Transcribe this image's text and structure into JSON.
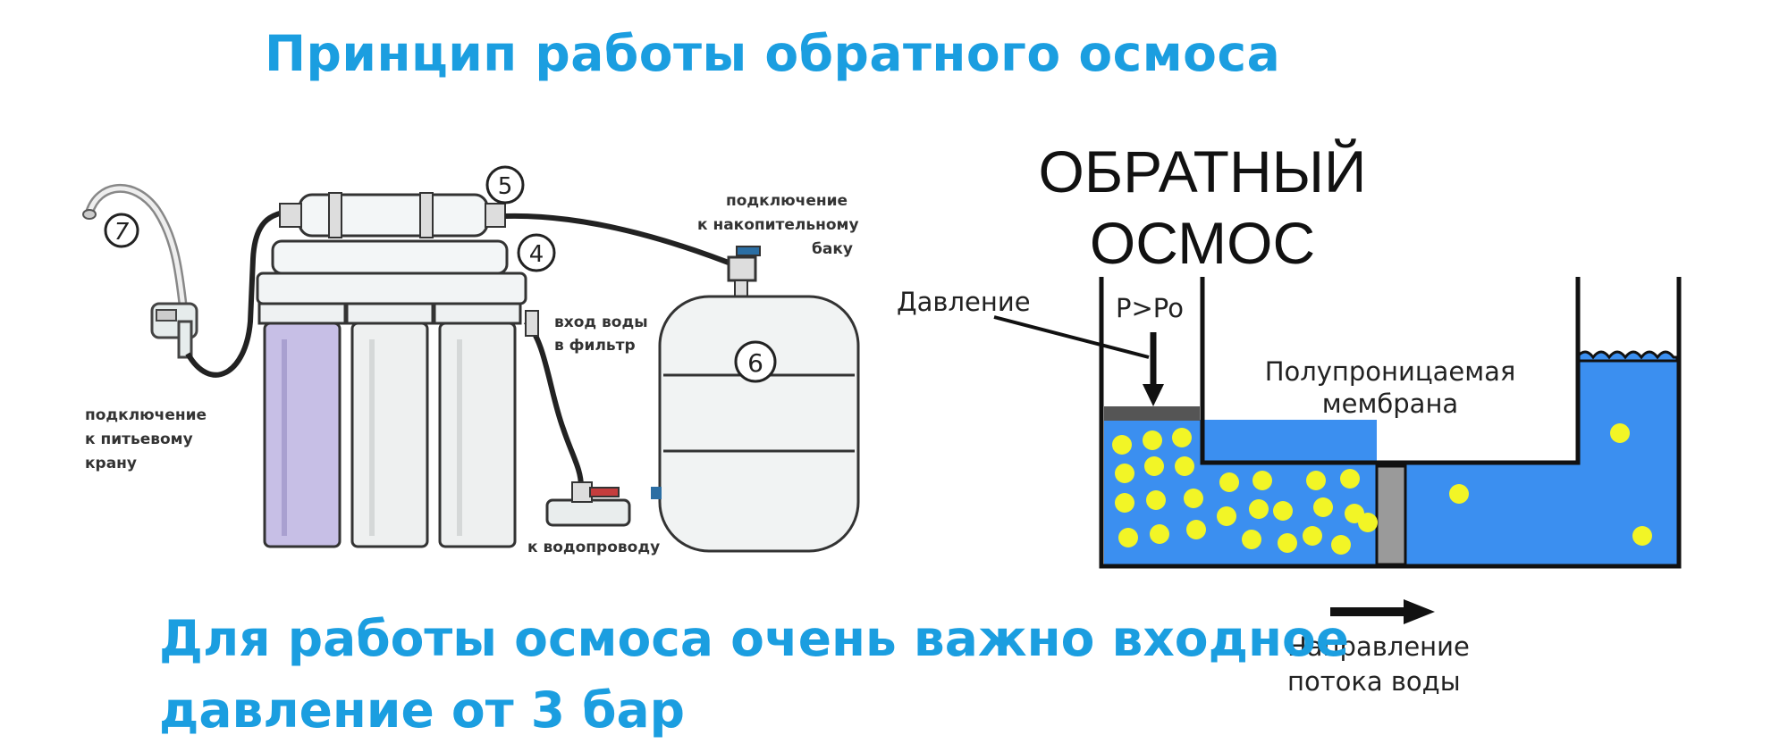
{
  "title": "Принцип работы обратного осмоса",
  "bottom_text": {
    "line1": "Для работы осмоса очень важно входное",
    "line2": "давление от 3 бар"
  },
  "filter_system": {
    "callouts": {
      "faucet_number": "7",
      "membrane_number": "5",
      "postfilter_number": "4",
      "tank_number": "6"
    },
    "labels": {
      "tank_connection": [
        "подключение",
        "к накопительному",
        "баку"
      ],
      "water_inlet": [
        "вход воды",
        "в фильтр"
      ],
      "faucet_connection": [
        "подключение",
        "к питьевому",
        "крану"
      ],
      "to_water_supply": "к водопроводу"
    }
  },
  "osmosis_diagram": {
    "heading_line1": "ОБРАТНЫЙ",
    "heading_line2": "ОСМОС",
    "pressure_label": "Давление",
    "pressure_formula": "P>Po",
    "membrane_label_line1": "Полупроницаемая",
    "membrane_label_line2": "мембрана",
    "flow_label_line1": "Направление",
    "flow_label_line2": "потока воды",
    "colors": {
      "water": "#3b8ff0",
      "particles": "#f2f526",
      "membrane": "#9a9a9a",
      "piston": "#555555"
    }
  }
}
